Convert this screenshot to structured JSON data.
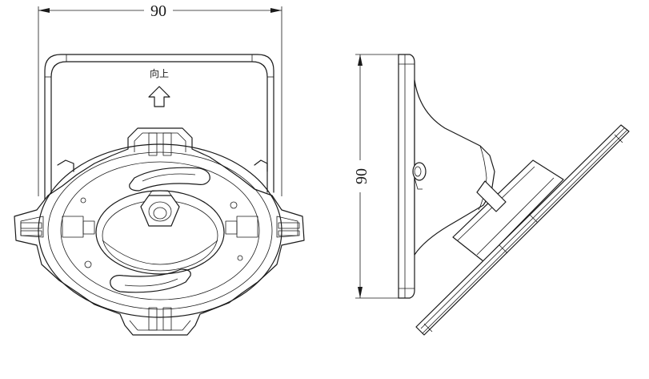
{
  "front_view": {
    "width_dimension": "90",
    "orientation_label": "向上"
  },
  "side_view": {
    "height_dimension": "90"
  },
  "icons": {
    "up_arrow": "up-arrow-icon"
  }
}
